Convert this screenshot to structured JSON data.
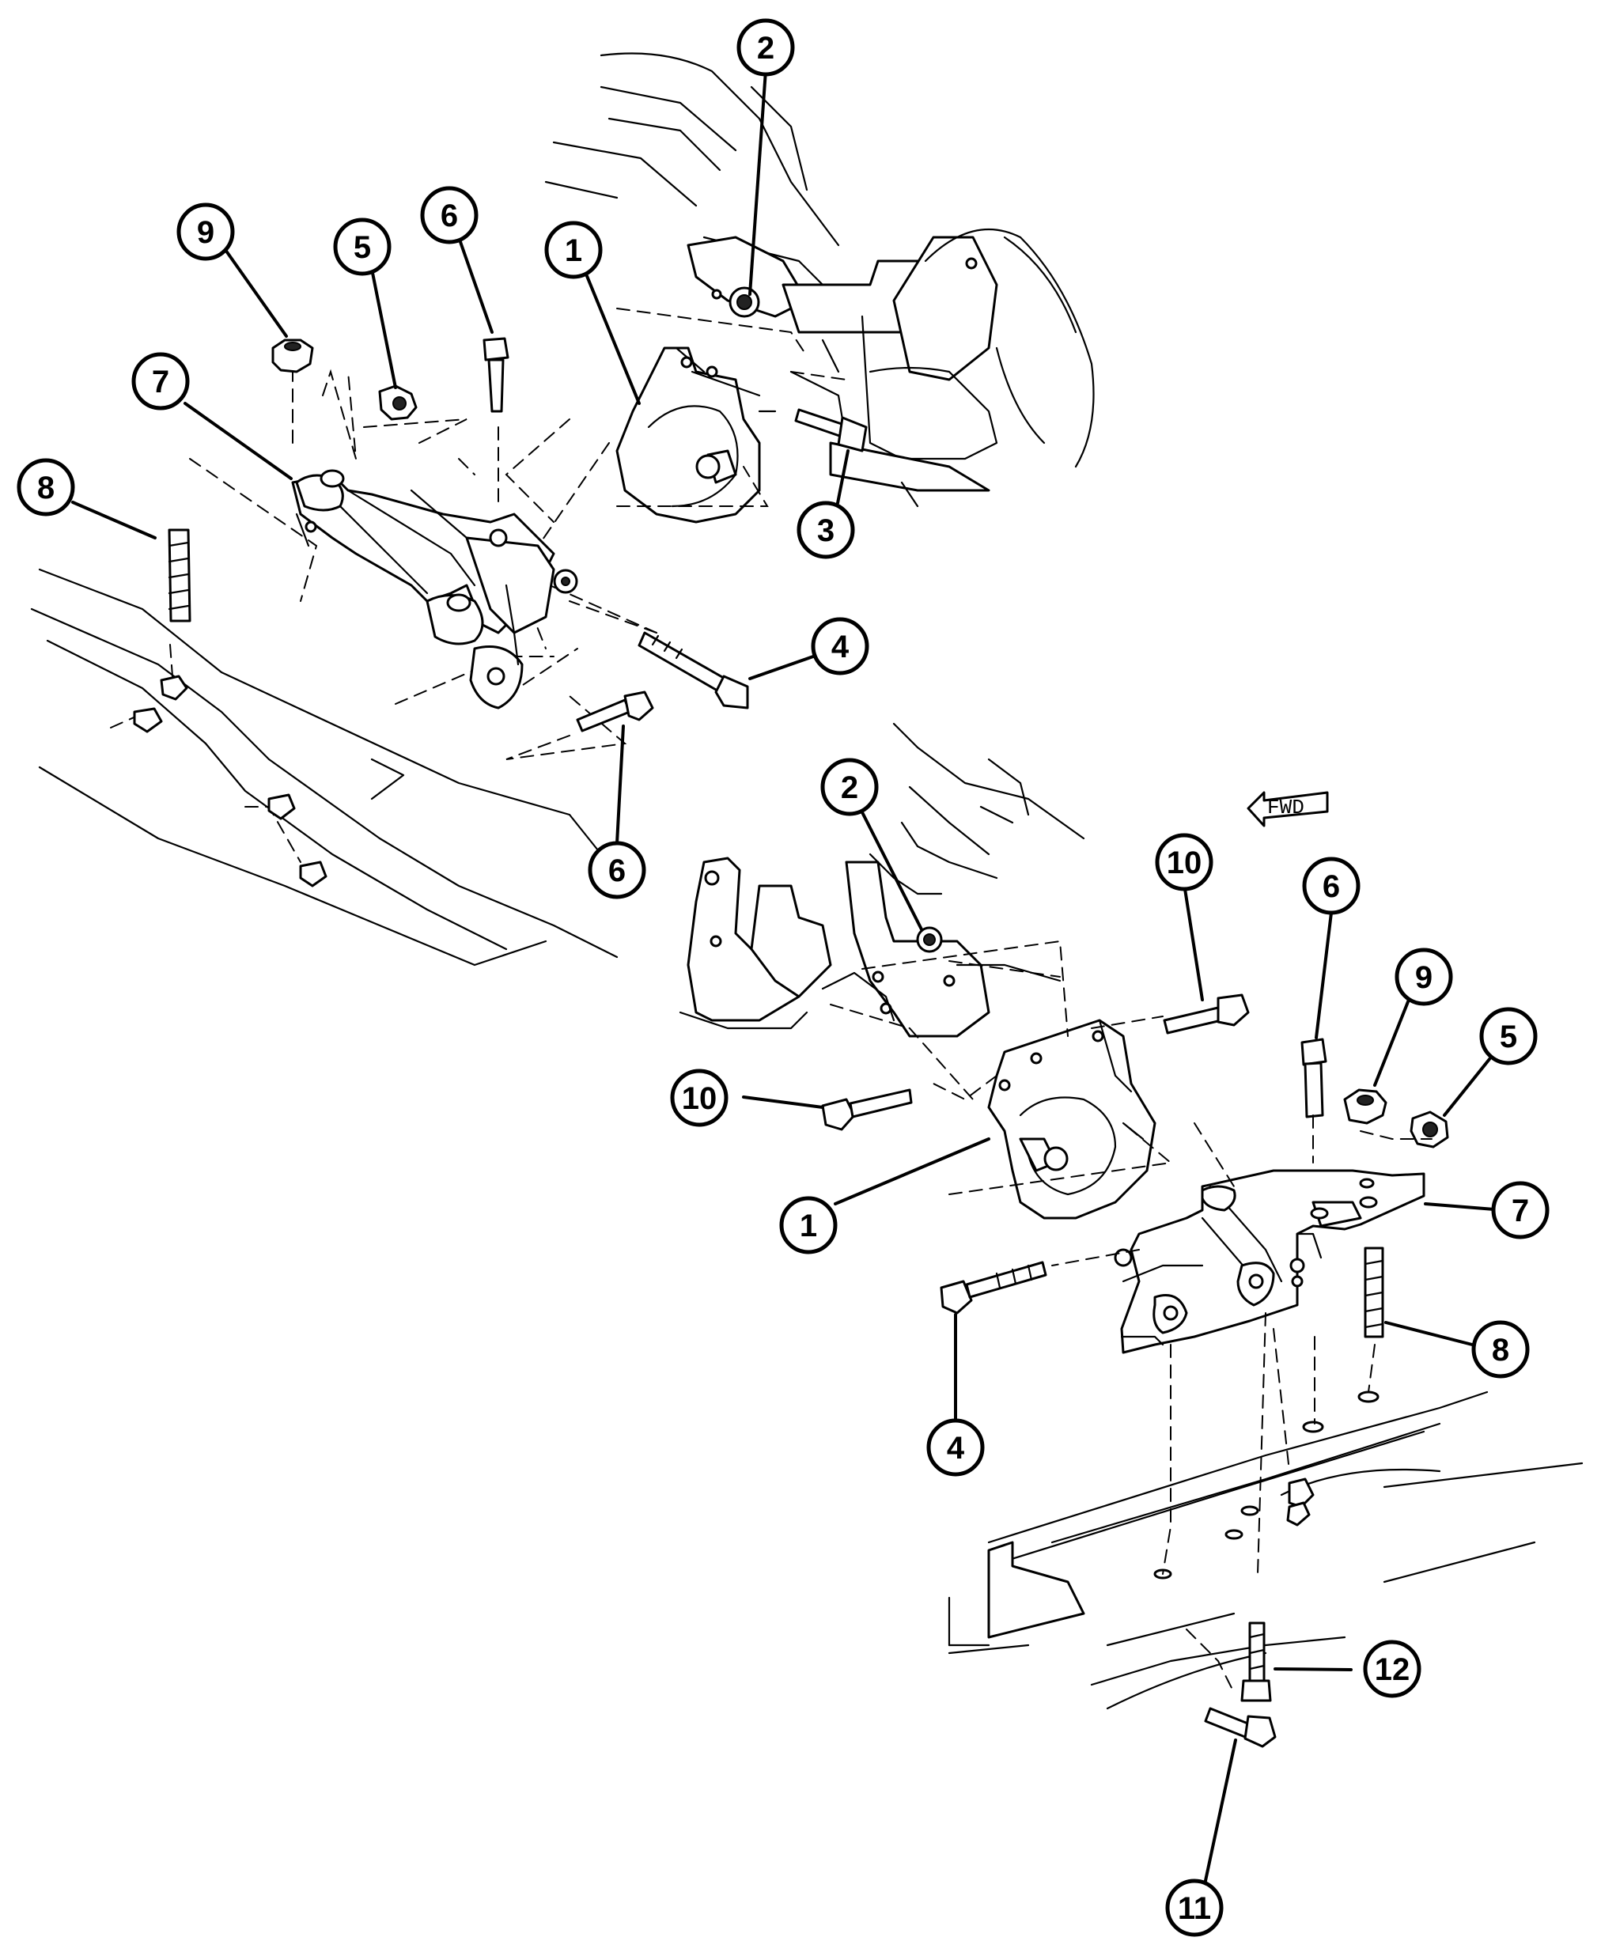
{
  "callouts": [
    {
      "id": "c2-top",
      "label": "2"
    },
    {
      "id": "c9-top",
      "label": "9"
    },
    {
      "id": "c5-top",
      "label": "5"
    },
    {
      "id": "c6-top",
      "label": "6"
    },
    {
      "id": "c1-top",
      "label": "1"
    },
    {
      "id": "c7-top",
      "label": "7"
    },
    {
      "id": "c8-top",
      "label": "8"
    },
    {
      "id": "c3-top",
      "label": "3"
    },
    {
      "id": "c4-top",
      "label": "4"
    },
    {
      "id": "c6-mid",
      "label": "6"
    },
    {
      "id": "c2-bot",
      "label": "2"
    },
    {
      "id": "c10-bot-a",
      "label": "10"
    },
    {
      "id": "c6-bot",
      "label": "6"
    },
    {
      "id": "c9-bot",
      "label": "9"
    },
    {
      "id": "c5-bot",
      "label": "5"
    },
    {
      "id": "c10-bot-b",
      "label": "10"
    },
    {
      "id": "c1-bot",
      "label": "1"
    },
    {
      "id": "c7-bot",
      "label": "7"
    },
    {
      "id": "c8-bot",
      "label": "8"
    },
    {
      "id": "c4-bot",
      "label": "4"
    },
    {
      "id": "c12-bot",
      "label": "12"
    },
    {
      "id": "c11-bot",
      "label": "11"
    }
  ],
  "direction_arrow": {
    "label": "FWD"
  }
}
